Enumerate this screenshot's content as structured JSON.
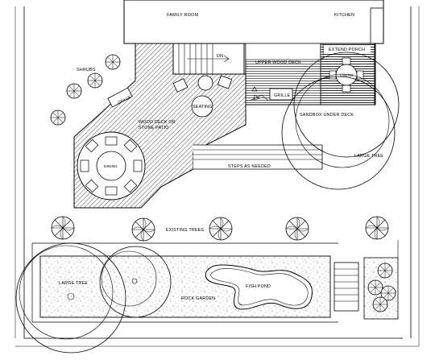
{
  "plan": {
    "labels": {
      "family_room": "FAMILY ROOM",
      "kitchen": "KITCHEN",
      "dn": "DN",
      "upper_wood_deck": "UPPER WOOD DECK",
      "extend_porch": "EXTEND PORCH",
      "dining_porch": "DINING",
      "shrubs": "SHRUBS",
      "grille_lower": "GRILLE",
      "seating": "SEATING",
      "grille_upper": "GRILLE",
      "sandbox": "SANDBOX UNDER DECK",
      "wood_deck_line1": "WOOD DECK OR",
      "wood_deck_line2": "STONE PATIO",
      "dining_lower": "DINING",
      "steps": "STEPS AS NEEDED",
      "large_tree_right": "LARGE TREE",
      "existing_trees": "EXISTING TREES",
      "large_tree_left": "LARGE TREE",
      "rock_garden": "ROCK GARDEN",
      "fish_pond": "FISH POND"
    },
    "colors": {
      "line": "#000000",
      "paper": "#ffffff"
    }
  }
}
